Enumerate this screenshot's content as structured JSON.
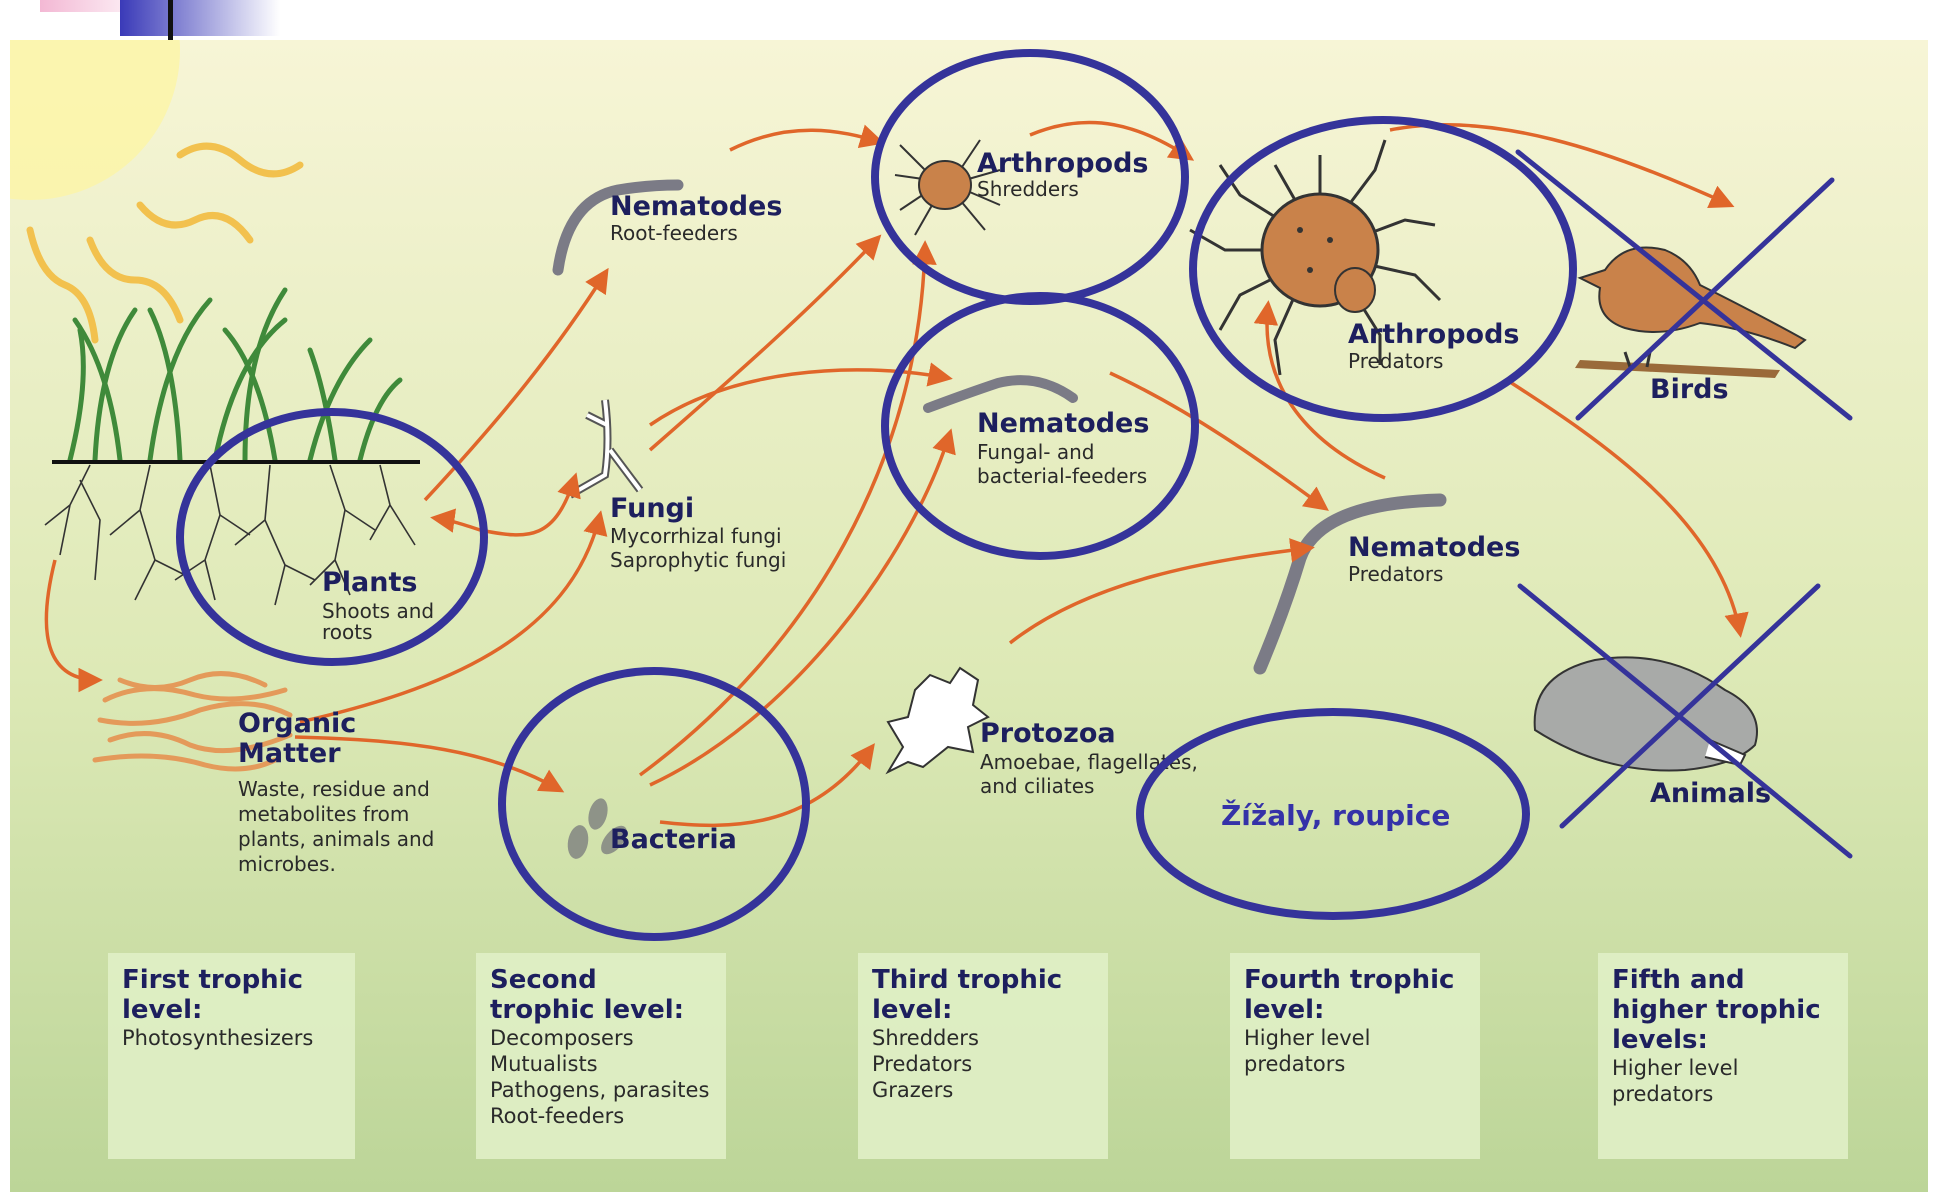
{
  "colors": {
    "arrow": "#e0662a",
    "highlight": "#35339a",
    "title_text": "#1d1f5e",
    "bg_top": "#f7f5d6",
    "bg_bottom": "#bcd598"
  },
  "nodes": {
    "nematodes_root": {
      "title": "Nematodes",
      "sub": "Root-feeders"
    },
    "arthropods_shredders": {
      "title": "Arthropods",
      "sub": "Shredders"
    },
    "arthropods_predators": {
      "title": "Arthropods",
      "sub": "Predators"
    },
    "birds": {
      "title": "Birds"
    },
    "nematodes_fungal": {
      "title": "Nematodes",
      "sub1": "Fungal- and",
      "sub2": "bacterial-feeders"
    },
    "fungi": {
      "title": "Fungi",
      "sub1": "Mycorrhizal fungi",
      "sub2": "Saprophytic fungi"
    },
    "plants": {
      "title": "Plants",
      "sub1": "Shoots and",
      "sub2": "roots"
    },
    "nematodes_predators": {
      "title": "Nematodes",
      "sub": "Predators"
    },
    "organic_matter": {
      "title1": "Organic",
      "title2": "Matter",
      "sub1": "Waste, residue and",
      "sub2": "metabolites from",
      "sub3": "plants, animals and",
      "sub4": "microbes."
    },
    "bacteria": {
      "title": "Bacteria"
    },
    "protozoa": {
      "title": "Protozoa",
      "sub1": "Amoebae, flagellates,",
      "sub2": "and ciliates"
    },
    "animals": {
      "title": "Animals"
    }
  },
  "annotation": {
    "text": "Žížaly, roupice"
  },
  "trophic_levels": [
    {
      "title": "First trophic\nlevel:",
      "desc": "Photosynthesizers"
    },
    {
      "title": "Second\ntrophic level:",
      "desc": "Decomposers\nMutualists\nPathogens, parasites\nRoot-feeders"
    },
    {
      "title": "Third trophic\nlevel:",
      "desc": "Shredders\nPredators\nGrazers"
    },
    {
      "title": "Fourth trophic\nlevel:",
      "desc": "Higher level\npredators"
    },
    {
      "title": "Fifth and\nhigher trophic\nlevels:",
      "desc": "Higher level\npredators"
    }
  ]
}
